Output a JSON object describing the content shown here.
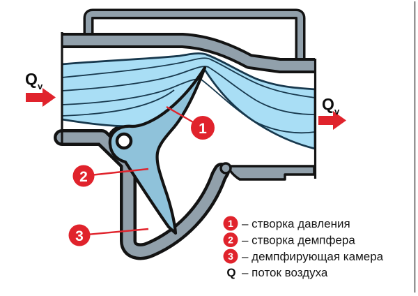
{
  "diagram": {
    "title": "air-valve-cross-section",
    "flow_in": {
      "symbol": "Q",
      "subscript": "v"
    },
    "flow_out": {
      "symbol": "Q",
      "subscript": "v"
    },
    "callouts": {
      "c1": "1",
      "c2": "2",
      "c3": "3"
    }
  },
  "legend": {
    "items": [
      {
        "marker": "1",
        "label": "– створка давления"
      },
      {
        "marker": "2",
        "label": "– створка демпфера"
      },
      {
        "marker": "3",
        "label": "– демпфирующая камера"
      },
      {
        "marker": "Q",
        "label": "– поток воздуха"
      }
    ]
  },
  "colors": {
    "wall_gray": "#91a0ab",
    "flow_blue": "#a9def5",
    "flap_blue": "#8fc2da",
    "accent_red": "#e0232c",
    "outline_black": "#131313",
    "streamline": "#17384d"
  }
}
